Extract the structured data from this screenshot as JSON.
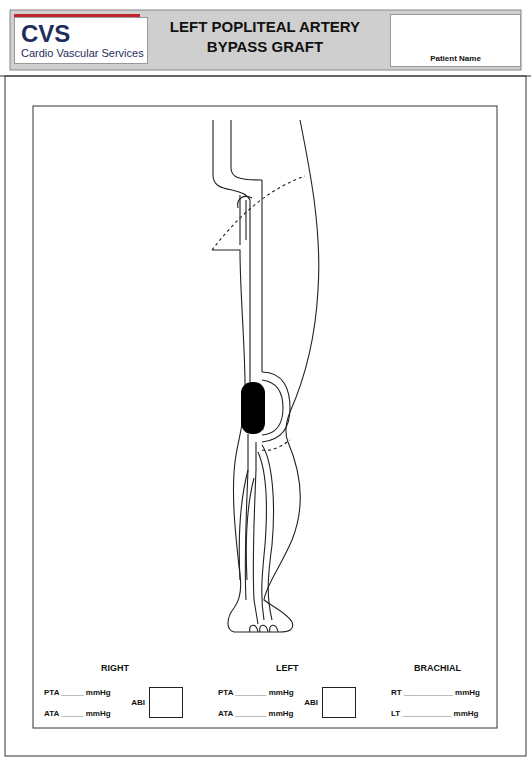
{
  "diagram": {
    "title": "LEFT POPLITEAL ARTERY BYPASS GRAFT",
    "nodes": [
      {
        "text": [
          "CVS",
          "Cardio Vascular Services"
        ]
      },
      {
        "text": [
          "Patient Name"
        ]
      },
      {
        "text": [
          "ABI"
        ]
      },
      {
        "text": [
          "ABI"
        ]
      }
    ],
    "labels": [
      "RIGHT",
      "LEFT",
      "BRACHIAL",
      "PTA _____ mmHg",
      "ATA _____ mmHg",
      "PTA _______ mmHg",
      "ATA _______ mmHg",
      "RT ___________ mmHg",
      "LT ___________ mmHg"
    ]
  }
}
